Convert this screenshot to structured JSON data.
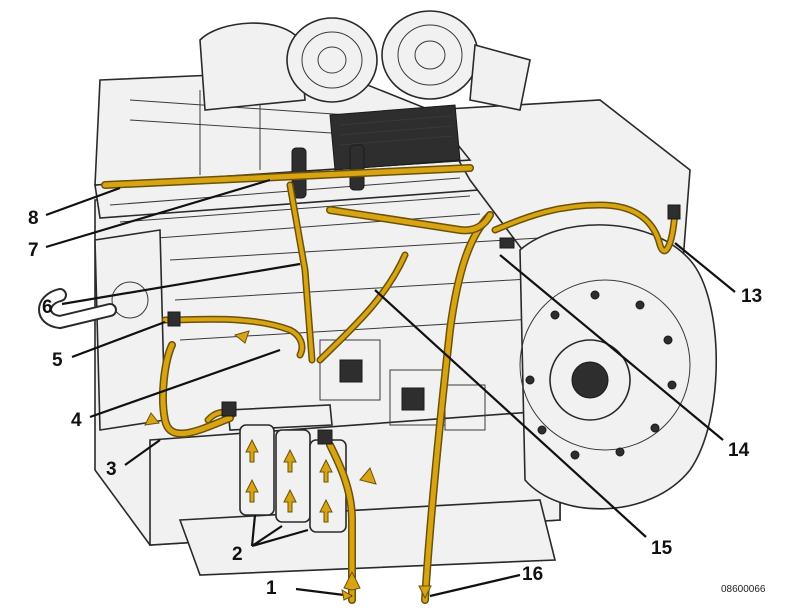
{
  "diagram": {
    "figure_code": "08600066",
    "colors": {
      "fuel_line": "#d8a414",
      "fuel_line_edge": "#6b5208",
      "engine_outline": "#2a2a2a",
      "engine_fill": "#f1f1f1"
    },
    "callouts": [
      {
        "id": "c1",
        "label": "1"
      },
      {
        "id": "c2",
        "label": "2"
      },
      {
        "id": "c3",
        "label": "3"
      },
      {
        "id": "c4",
        "label": "4"
      },
      {
        "id": "c5",
        "label": "5"
      },
      {
        "id": "c6",
        "label": "6"
      },
      {
        "id": "c7",
        "label": "7"
      },
      {
        "id": "c8",
        "label": "8"
      },
      {
        "id": "c13",
        "label": "13"
      },
      {
        "id": "c14",
        "label": "14"
      },
      {
        "id": "c15",
        "label": "15"
      },
      {
        "id": "c16",
        "label": "16"
      }
    ]
  }
}
